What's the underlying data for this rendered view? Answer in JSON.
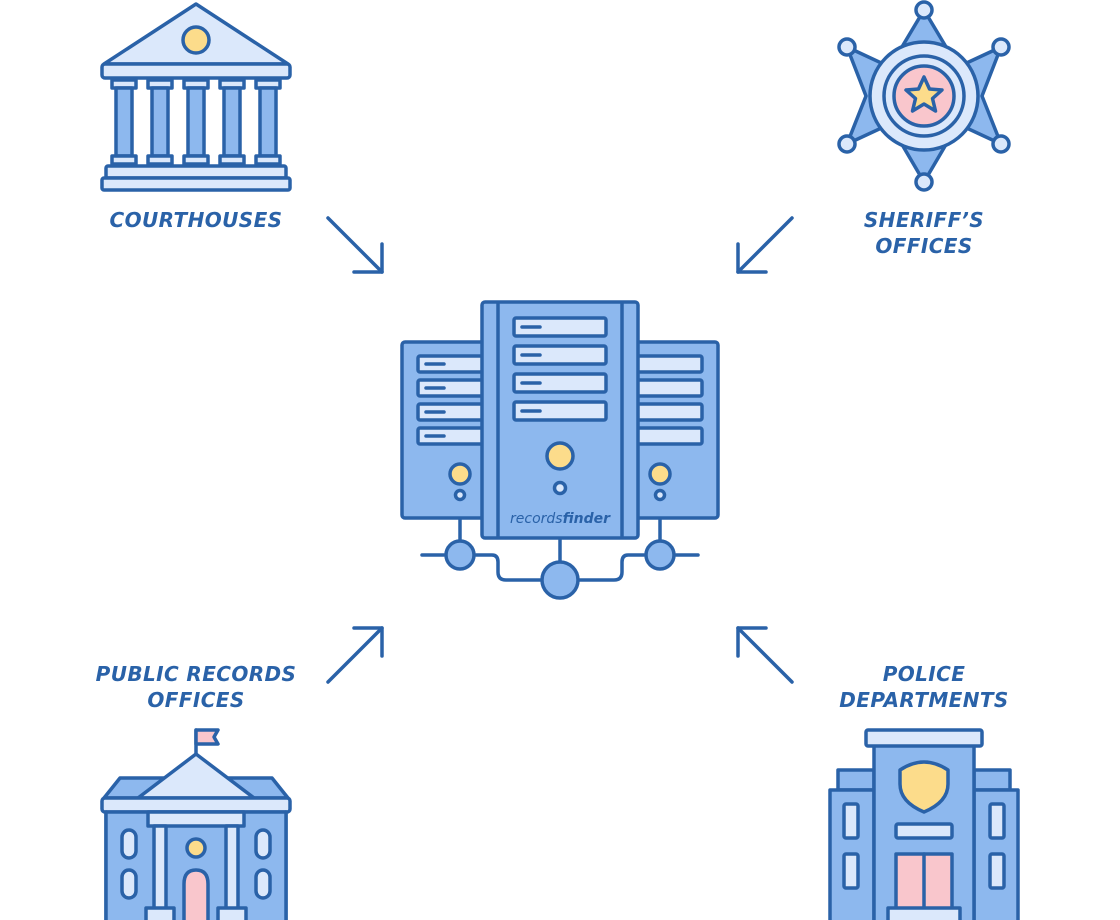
{
  "labels": {
    "courthouses": "COURTHOUSES",
    "sheriffs_line1": "SHERIFF’S",
    "sheriffs_line2": "OFFICES",
    "public_line1": "PUBLIC RECORDS",
    "public_line2": "OFFICES",
    "police_line1": "POLICE",
    "police_line2": "DEPARTMENTS"
  },
  "brand": {
    "part1": "records",
    "part2": "finder"
  },
  "colors": {
    "stroke": "#2a62a8",
    "fill_light": "#dbe8fb",
    "fill_mid": "#8db8ee",
    "accent_yellow": "#fcdc8b",
    "accent_pink": "#f9c6cc",
    "background": "#ffffff"
  },
  "icons": [
    "courthouse-icon",
    "sheriff-badge-icon",
    "server-icon",
    "public-records-office-icon",
    "police-department-icon"
  ]
}
